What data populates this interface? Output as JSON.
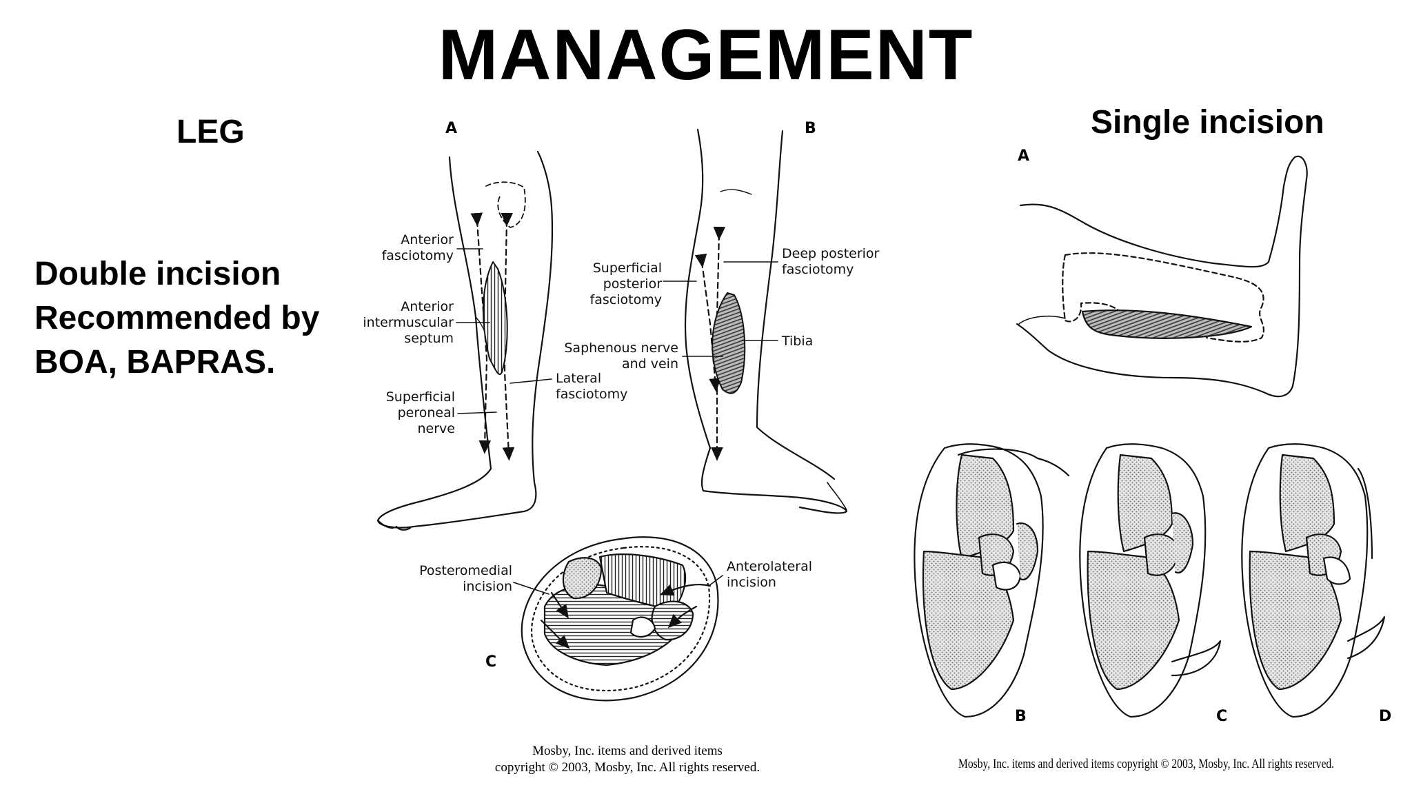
{
  "slide": {
    "title": "MANAGEMENT",
    "left_heading": "LEG",
    "left_body": [
      "Double incision",
      "Recommended by",
      "BOA, BAPRAS."
    ],
    "right_heading": "Single incision"
  },
  "figure_double": {
    "panel_a": "A",
    "panel_b": "B",
    "panel_c": "C",
    "labels": {
      "anterior_fasciotomy": [
        "Anterior",
        "fasciotomy"
      ],
      "anterior_intermuscular_septum": [
        "Anterior",
        "intermuscular",
        "septum"
      ],
      "superficial_peroneal_nerve": [
        "Superficial",
        "peroneal",
        "nerve"
      ],
      "lateral_fasciotomy": [
        "Lateral",
        "fasciotomy"
      ],
      "superficial_posterior_fasciotomy": [
        "Superficial",
        "posterior",
        "fasciotomy"
      ],
      "saphenous_nerve_and_vein": [
        "Saphenous nerve",
        "and vein"
      ],
      "deep_posterior_fasciotomy": [
        "Deep posterior",
        "fasciotomy"
      ],
      "tibia": "Tibia",
      "posteromedial_incision": [
        "Posteromedial",
        "incision"
      ],
      "anterolateral_incision": [
        "Anterolateral",
        "incision"
      ]
    },
    "credit": [
      "Mosby, Inc. items and derived items",
      "copyright © 2003, Mosby, Inc. All rights reserved."
    ]
  },
  "figure_single": {
    "panel_a": "A",
    "panel_b": "B",
    "panel_c": "C",
    "panel_d": "D",
    "credit": "Mosby, Inc. items and derived items copyright © 2003, Mosby, Inc. All rights reserved."
  },
  "colors": {
    "background": "#ffffff",
    "text": "#000000",
    "line_art": "#111111",
    "stipple_fill": "#d8d8d8"
  }
}
